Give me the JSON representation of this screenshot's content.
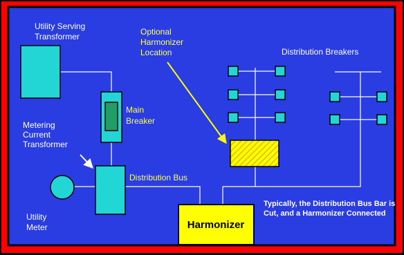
{
  "diagram": {
    "labels": {
      "utility_serving_transformer": [
        "Utility Serving",
        "Transformer"
      ],
      "optional_harmonizer_location": [
        "Optional",
        "Harmonizer",
        "Location"
      ],
      "distribution_breakers": "Distribution Breakers",
      "main_breaker": [
        "Main",
        "Breaker"
      ],
      "metering_current_transformer": [
        "Metering",
        "Current",
        "Transformer"
      ],
      "distribution_bus": "Distribution Bus",
      "utility_meter": [
        "Utility",
        "Meter"
      ],
      "harmonizer": "Harmonizer",
      "note": [
        "Typically, the Distribution Bus Bar is",
        "Cut, and a Harmonizer Connected"
      ]
    },
    "colors": {
      "frame": "#ff0000",
      "border": "#000000",
      "background": "#2a3de3",
      "equipment": "#22d6d6",
      "breaker_inner": "#1f9e6a",
      "harmonizer": "#ffff00",
      "label_yellow": "#ffff66",
      "wire": "#ffffff"
    },
    "icons": {
      "breaker_square": "square",
      "meter": "circle",
      "pointer": "arrow",
      "optional_location": "hatched-rectangle"
    }
  }
}
